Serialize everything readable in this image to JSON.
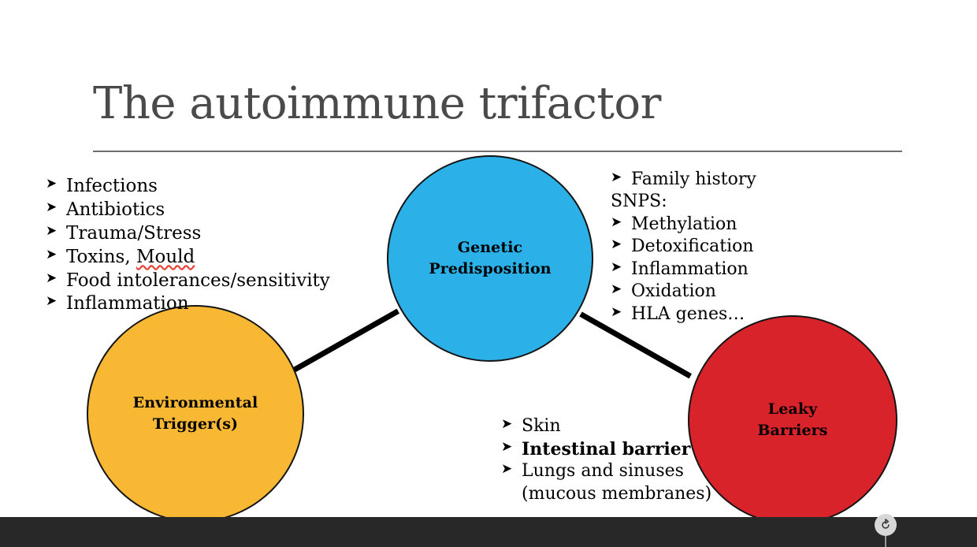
{
  "slide": {
    "title": "The autoimmune trifactor",
    "background_color": "#ffffff",
    "rule_color": "#6e6e6e",
    "title_color": "#4a4a4a"
  },
  "nodes": {
    "genetic": {
      "label_line1": "Genetic",
      "label_line2": "Predisposition",
      "color": "#2BB0E8"
    },
    "environmental": {
      "label_line1": "Environmental",
      "label_line2": "Trigger(s)",
      "color": "#F8B834"
    },
    "leaky": {
      "label_line1": "Leaky",
      "label_line2": "Barriers",
      "color": "#D8232A"
    }
  },
  "lists": {
    "environmental_triggers": {
      "bullet_glyph": "➤",
      "items": [
        {
          "text": "Infections",
          "bullet": true,
          "bold": false
        },
        {
          "text": "Antibiotics",
          "bullet": true,
          "bold": false
        },
        {
          "text": "Trauma/Stress",
          "bullet": true,
          "bold": false
        },
        {
          "text": "Toxins, Mould",
          "bullet": true,
          "bold": false,
          "misspelled_word": "Mould"
        },
        {
          "text": "Food intolerances/sensitivity",
          "bullet": true,
          "bold": false
        },
        {
          "text": "Inflammation",
          "bullet": true,
          "bold": false
        }
      ]
    },
    "genetic_predisposition": {
      "bullet_glyph": "➤",
      "items": [
        {
          "text": "Family history",
          "bullet": true,
          "bold": false
        },
        {
          "text": "SNPS:",
          "bullet": false,
          "bold": false
        },
        {
          "text": "Methylation",
          "bullet": true,
          "bold": false
        },
        {
          "text": "Detoxification",
          "bullet": true,
          "bold": false
        },
        {
          "text": "Inflammation",
          "bullet": true,
          "bold": false
        },
        {
          "text": "Oxidation",
          "bullet": true,
          "bold": false
        },
        {
          "text": "HLA genes…",
          "bullet": true,
          "bold": false
        }
      ]
    },
    "leaky_barriers": {
      "bullet_glyph": "➤",
      "items": [
        {
          "text": "Skin",
          "bullet": true,
          "bold": false
        },
        {
          "text": "Intestinal barrier",
          "bullet": true,
          "bold": true
        },
        {
          "text": "Lungs and sinuses",
          "bullet": true,
          "bold": false
        },
        {
          "text": "(mucous membranes)",
          "bullet": false,
          "bold": false,
          "continuation": true
        }
      ]
    }
  },
  "footer": {
    "bar_color": "#282828",
    "refresh_icon": "refresh-icon"
  }
}
